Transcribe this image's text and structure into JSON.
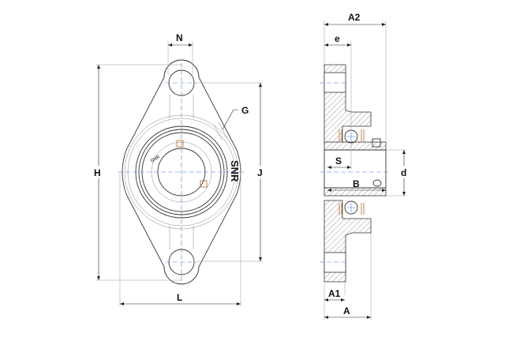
{
  "drawing": {
    "front_view": {
      "dimensions": {
        "N": "N",
        "G": "G",
        "H": "H",
        "J": "J",
        "L": "L"
      },
      "housing_logo": "SNR",
      "insert_logo": "SNR"
    },
    "side_view": {
      "dimensions": {
        "A2": "A2",
        "e": "e",
        "S": "S",
        "B": "B",
        "d": "d",
        "A1": "A1",
        "A": "A"
      }
    },
    "colors": {
      "centerline": "#4a7fd6",
      "seal": "#b5651d",
      "outline": "#333333"
    }
  }
}
